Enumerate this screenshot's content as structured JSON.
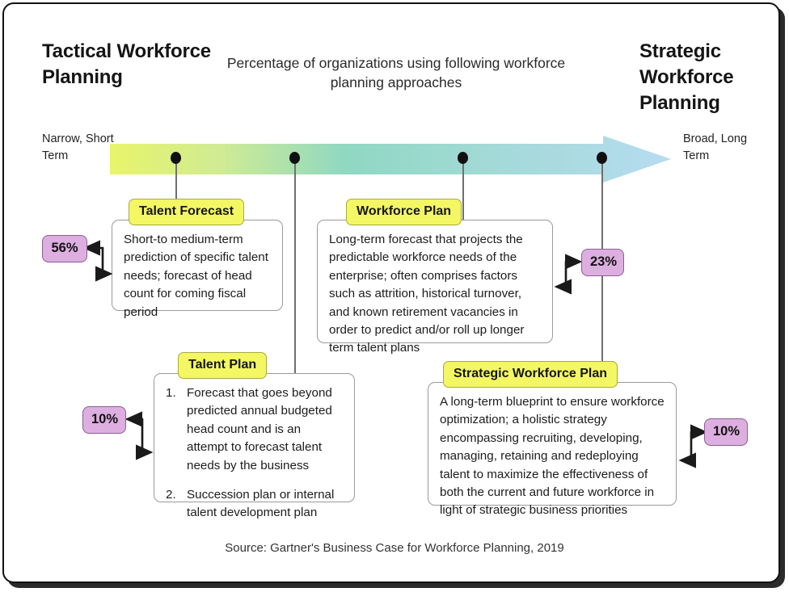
{
  "headings": {
    "left_title": "Tactical Workforce Planning",
    "right_title": "Strategic Workforce Planning",
    "center_title": "Percentage of organizations using following workforce planning approaches"
  },
  "axis": {
    "left_note": "Narrow, Short Term",
    "right_note": "Broad, Long Term",
    "gradient_start": "#e9f46a",
    "gradient_mid": "#7fd4c3",
    "gradient_end": "#b6dcf0",
    "marker_count": 4
  },
  "cards": [
    {
      "id": "talent-forecast",
      "tab_label": "Talent Forecast",
      "body": "Short-to medium-term prediction of specific talent needs; forecast of head count for coming fiscal period",
      "percent": "56%"
    },
    {
      "id": "workforce-plan",
      "tab_label": "Workforce Plan",
      "body": "Long-term forecast  that projects the predictable workforce needs of the enterprise; often comprises factors such as attrition, historical turnover, and known retirement vacancies in order to predict and/or roll up longer term talent plans",
      "percent": "23%"
    },
    {
      "id": "talent-plan",
      "tab_label": "Talent Plan",
      "items": [
        {
          "marker": "1.",
          "text": "Forecast that goes beyond predicted annual budgeted head count and is an attempt to forecast talent needs by the business"
        },
        {
          "marker": "2.",
          "text": "Succession plan or internal talent development plan"
        }
      ],
      "percent": "10%"
    },
    {
      "id": "strategic-workforce-plan",
      "tab_label": "Strategic Workforce Plan",
      "body": "A long-term blueprint to ensure workforce optimization; a holistic strategy encompassing recruiting, developing, managing, retaining and redeploying talent to maximize the effectiveness of both the current and future workforce in light of strategic business priorities",
      "percent": "10%"
    }
  ],
  "colors": {
    "tab_fill": "#f3f764",
    "tab_border": "#a8ab3a",
    "badge_fill": "#ddaee0",
    "badge_border": "#8c5d93",
    "frame": "#111111"
  },
  "source": "Source: Gartner's Business Case for Workforce Planning, 2019"
}
